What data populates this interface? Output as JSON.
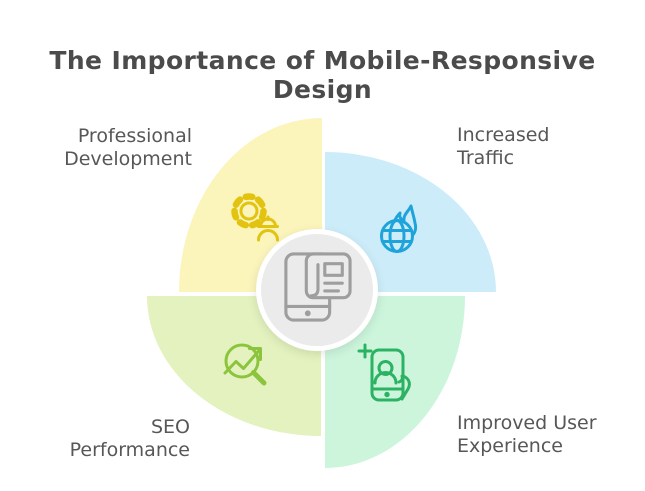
{
  "title": "The Importance of Mobile-Responsive Design",
  "colors": {
    "background": "#ffffff",
    "title_text": "#4b4b4b",
    "label_text": "#575757",
    "center_ring": "#ffffff"
  },
  "diagram": {
    "center": {
      "icon": "mobile-newspaper-icon",
      "fill": "#ebebeb",
      "icon_color": "#9e9e9e"
    },
    "quadrants": [
      {
        "id": "professional-development",
        "position": "top-left",
        "label": "Professional\nDevelopment",
        "fill": "#fbf4bb",
        "icon": "gear-worker-icon",
        "icon_color": "#e2c410"
      },
      {
        "id": "increased-traffic",
        "position": "top-right",
        "label": "Increased\nTraffic",
        "fill": "#cdecf9",
        "icon": "globe-flame-icon",
        "icon_color": "#1ea4db"
      },
      {
        "id": "seo-performance",
        "position": "bottom-left",
        "label": "SEO\nPerformance",
        "fill": "#e3f2be",
        "icon": "magnifier-trend-icon",
        "icon_color": "#8cc53d"
      },
      {
        "id": "improved-user-experience",
        "position": "bottom-right",
        "label": "Improved User\nExperience",
        "fill": "#ccf5dc",
        "icon": "phone-user-hand-icon",
        "icon_color": "#2cb263"
      }
    ]
  }
}
